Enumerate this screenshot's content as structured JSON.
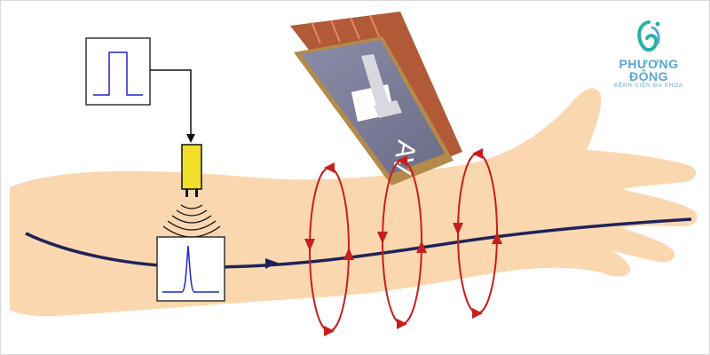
{
  "chip": {
    "label": "AV"
  },
  "brand": {
    "name": "PHƯƠNG ĐÔNG",
    "subtitle": "BỆNH VIỆN ĐA KHOA",
    "colors": {
      "teal": "#27b0a6",
      "blue": "#5aa6d6"
    }
  },
  "colors": {
    "skin": "#fbd7b0",
    "nerve": "#1f2359",
    "field_lines": "#c81e1e",
    "pulse": "#2222cc",
    "transducer": "#f0e02a",
    "chip_body": "#7c7f9a"
  }
}
